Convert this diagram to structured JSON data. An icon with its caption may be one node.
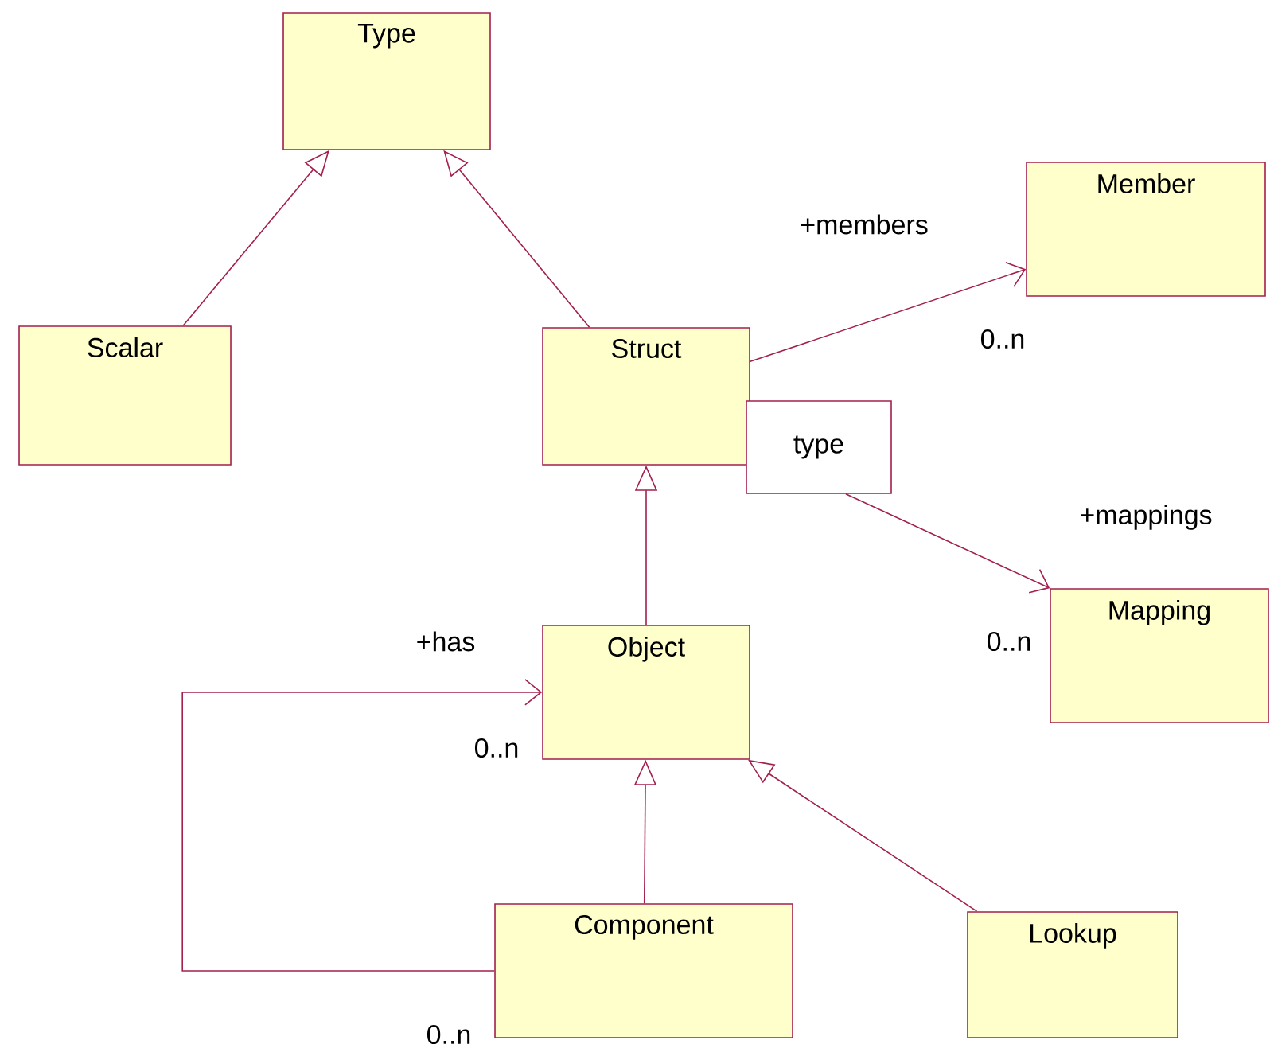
{
  "diagram": {
    "nodes": [
      {
        "text": [
          "Type"
        ]
      },
      {
        "text": [
          "Scalar"
        ]
      },
      {
        "text": [
          "Struct"
        ]
      },
      {
        "text": [
          "type"
        ]
      },
      {
        "text": [
          "Member"
        ]
      },
      {
        "text": [
          "Mapping"
        ]
      },
      {
        "text": [
          "Object"
        ]
      },
      {
        "text": [
          "Component"
        ]
      },
      {
        "text": [
          "Lookup"
        ]
      }
    ],
    "edges": [
      {
        "from": 1,
        "to": 0,
        "arrow": "to"
      },
      {
        "from": 2,
        "to": 0,
        "arrow": "to"
      },
      {
        "from": 6,
        "to": 2,
        "arrow": "to"
      },
      {
        "from": 7,
        "to": 6,
        "arrow": "to"
      },
      {
        "from": 8,
        "to": 6,
        "arrow": "to"
      },
      {
        "from": 2,
        "to": 4,
        "arrow": "to",
        "label": "+members"
      },
      {
        "from": 3,
        "to": 5,
        "arrow": "to",
        "label": "+mappings"
      },
      {
        "from": 7,
        "to": 6,
        "arrow": "to",
        "label": "+has"
      }
    ],
    "labels": [
      "0..n",
      "0..n",
      "0..n",
      "0..n"
    ]
  }
}
